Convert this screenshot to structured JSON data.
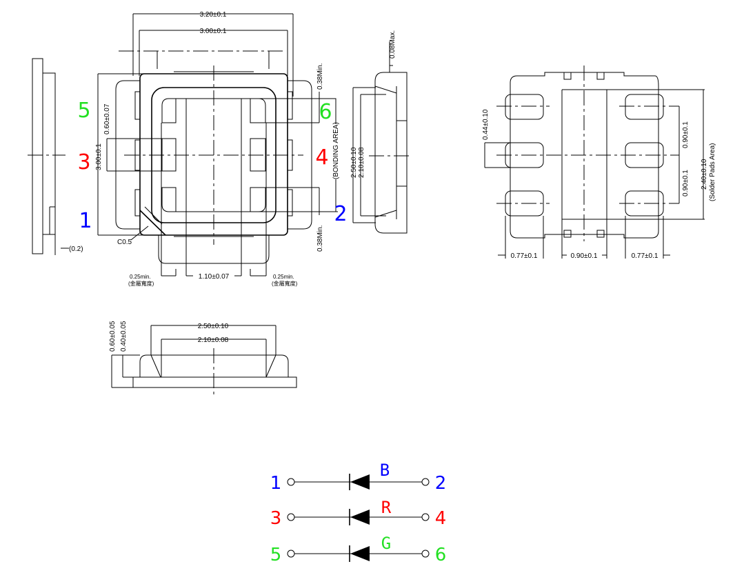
{
  "colors": {
    "blue": "#0000ff",
    "red": "#ff0000",
    "green": "#22e022"
  },
  "top_view": {
    "dim_width_outer": "3.20±0.1",
    "dim_width_inner": "3.00±0.1",
    "dim_height": "3.00±0.1",
    "dim_pad_pitch": "0.60±0.07",
    "dim_min_top": "0.38Min.",
    "dim_min_bottom": "0.38Min.",
    "bonding_area": "(BONDING AREA)",
    "chamfer": "C0.5",
    "dim_center": "1.10±0.07",
    "dim_metal_left": "0.25min.",
    "dim_metal_left_note": "(金屬寬度)",
    "dim_metal_right": "0.25min.",
    "dim_metal_right_note": "(金屬寬度)",
    "side_offset": "(0.2)",
    "pins": [
      "1",
      "2",
      "3",
      "4",
      "5",
      "6"
    ]
  },
  "side_view": {
    "dim_max": "0.08Max.",
    "dim_outer": "2.50±0.10",
    "dim_inner": "2.10±0.08"
  },
  "bottom_view": {
    "dim_pad_height": "0.44±0.10",
    "dim_pitch_upper": "0.90±0.1",
    "dim_pitch_lower": "0.90±0.1",
    "dim_solder": "2.40±0.10",
    "dim_solder_note": "(Solder Pads Area)",
    "dim_left": "0.77±0.1",
    "dim_center": "0.90±0.1",
    "dim_right": "0.77±0.1"
  },
  "front_view": {
    "dim_total_h": "0.60±0.05",
    "dim_base_h": "0.40±0.05",
    "dim_outer": "2.50±0.10",
    "dim_inner": "2.10±0.08"
  },
  "schematic": [
    {
      "left": "1",
      "right": "2",
      "color_name": "B"
    },
    {
      "left": "3",
      "right": "4",
      "color_name": "R"
    },
    {
      "left": "5",
      "right": "6",
      "color_name": "G"
    }
  ]
}
